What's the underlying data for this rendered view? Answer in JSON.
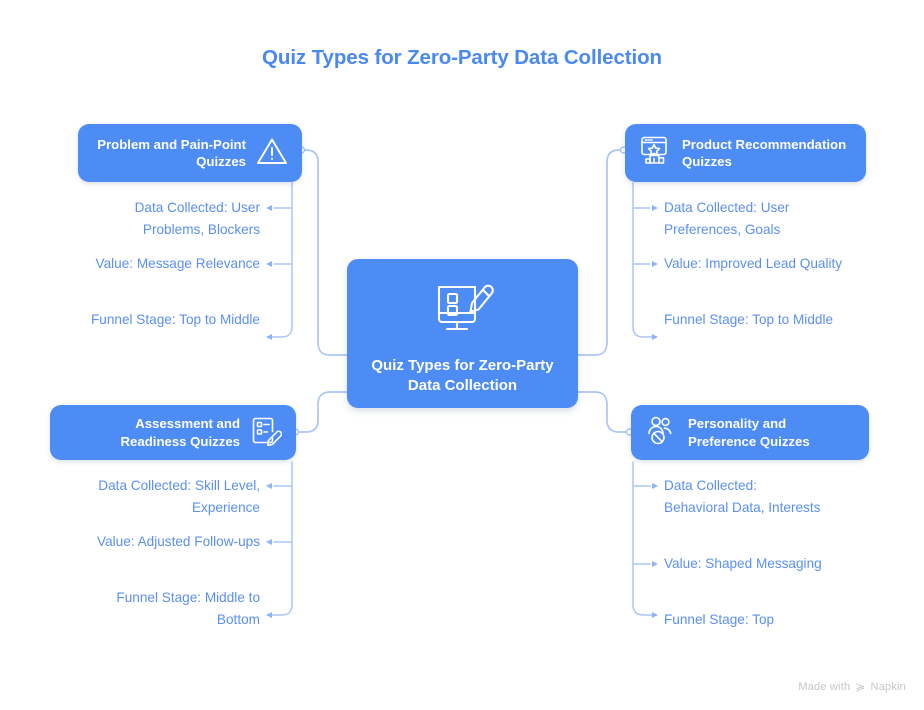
{
  "page": {
    "title": "Quiz Types for Zero-Party Data Collection",
    "background_color": "#ffffff",
    "accent_color": "#4d8bf5",
    "text_accent_color": "#5b8ff0",
    "connector_color": "#a9c6f7"
  },
  "center": {
    "label": "Quiz Types for Zero-Party Data Collection",
    "icon": "monitor-checklist-pencil-icon"
  },
  "branches": [
    {
      "id": "problem-and-pain-point-quizzes",
      "label": "Problem and Pain-Point Quizzes",
      "icon": "warning-triangle-icon",
      "side": "left",
      "items": [
        "Data Collected: User Problems, Blockers",
        "Value: Message Relevance",
        "Funnel Stage: Top to Middle"
      ]
    },
    {
      "id": "product-recommendation-quizzes",
      "label": "Product Recommendation Quizzes",
      "icon": "browser-star-podium-icon",
      "side": "right",
      "items": [
        "Data Collected: User Preferences, Goals",
        "Value: Improved Lead Quality",
        "Funnel Stage: Top to Middle"
      ]
    },
    {
      "id": "assessment-and-readiness-quizzes",
      "label": "Assessment and Readiness Quizzes",
      "icon": "clipboard-form-pen-icon",
      "side": "left",
      "items": [
        "Data Collected: Skill Level, Experience",
        "Value: Adjusted Follow-ups",
        "Funnel Stage: Middle to Bottom"
      ]
    },
    {
      "id": "personality-and-preference-quizzes",
      "label": "Personality and Preference Quizzes",
      "icon": "people-block-badge-icon",
      "side": "right",
      "items": [
        "Data Collected: Behavioral Data, Interests",
        "Value: Shaped Messaging",
        "Funnel Stage: Top"
      ]
    }
  ],
  "watermark": {
    "prefix": "Made with",
    "glyph": "≽",
    "brand": "Napkin"
  }
}
